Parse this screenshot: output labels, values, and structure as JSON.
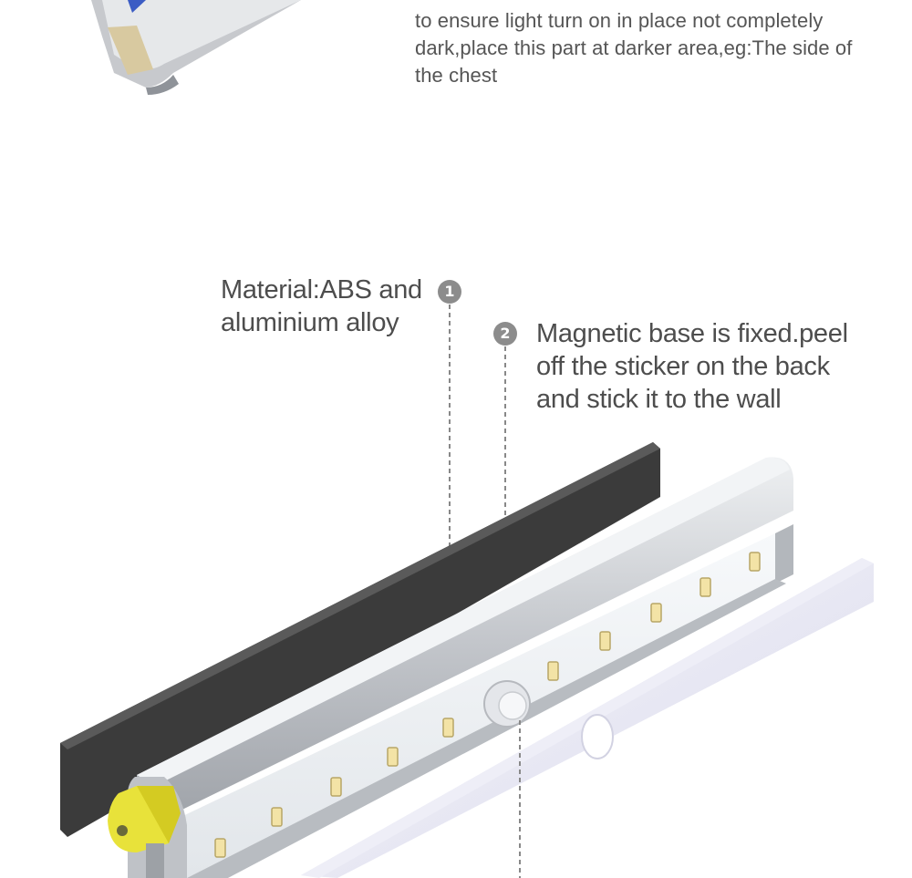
{
  "top_note": {
    "lines": [
      "to ensure light turn on in place not completely",
      "dark,place this part at darker area,eg:The side of",
      "the chest"
    ]
  },
  "callouts": [
    {
      "badge": "1",
      "lines": [
        "Material:ABS and",
        "aluminium alloy"
      ]
    },
    {
      "badge": "2",
      "lines": [
        "Magnetic base is fixed.peel",
        "off the sticker on the back",
        "and stick it to the wall"
      ]
    }
  ],
  "icons": {
    "product_top": "light-bar-end-icon",
    "magnetic_strip": "magnetic-base-strip",
    "light_bar": "led-light-bar",
    "diffuser": "diffuser-cover",
    "sensor": "motion-sensor-icon",
    "switch": "yellow-switch-icon"
  },
  "colors": {
    "text": "#4d4d4d",
    "badge": "#8c8c8c",
    "strip": "#3a3a3a",
    "aluminium": "#c9cbcf",
    "switch": "#e8e23a"
  }
}
